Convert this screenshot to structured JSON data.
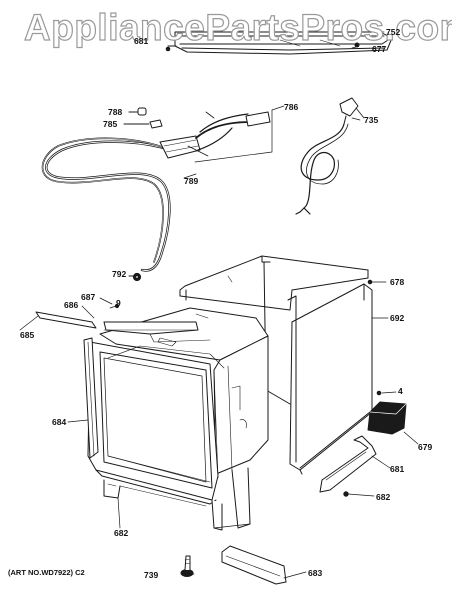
{
  "watermark": "AppliancePartsPros.com",
  "art_number": "(ART NO.WD7922) C2",
  "callouts": {
    "c681_top": "681",
    "c752": "752",
    "c677": "677",
    "c788": "788",
    "c785": "785",
    "c786": "786",
    "c735": "735",
    "c789": "789",
    "c792": "792",
    "c678": "678",
    "c687": "687",
    "c9": "9",
    "c686": "686",
    "c685": "685",
    "c692": "692",
    "c4": "4",
    "c684": "684",
    "c679": "679",
    "c681": "681",
    "c682_right": "682",
    "c682_bottom": "682",
    "c739": "739",
    "c683": "683"
  }
}
